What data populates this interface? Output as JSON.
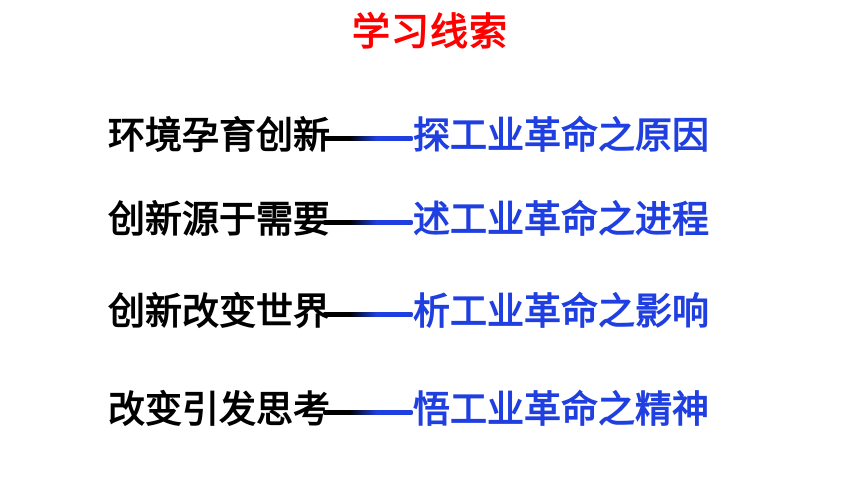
{
  "title": "学习线索",
  "colors": {
    "title": "#ff0000",
    "left_text": "#000000",
    "right_text": "#1f3fe0",
    "left_dash": "#000000",
    "right_dash": "#1f3fe0"
  },
  "rows": [
    {
      "left": "环境孕育创新",
      "right": "探工业革命之原因"
    },
    {
      "left": "创新源于需要",
      "right": "述工业革命之进程"
    },
    {
      "left": "创新改变世界",
      "right": "析工业革命之影响"
    },
    {
      "left": "改变引发思考",
      "right": "悟工业革命之精神"
    }
  ]
}
